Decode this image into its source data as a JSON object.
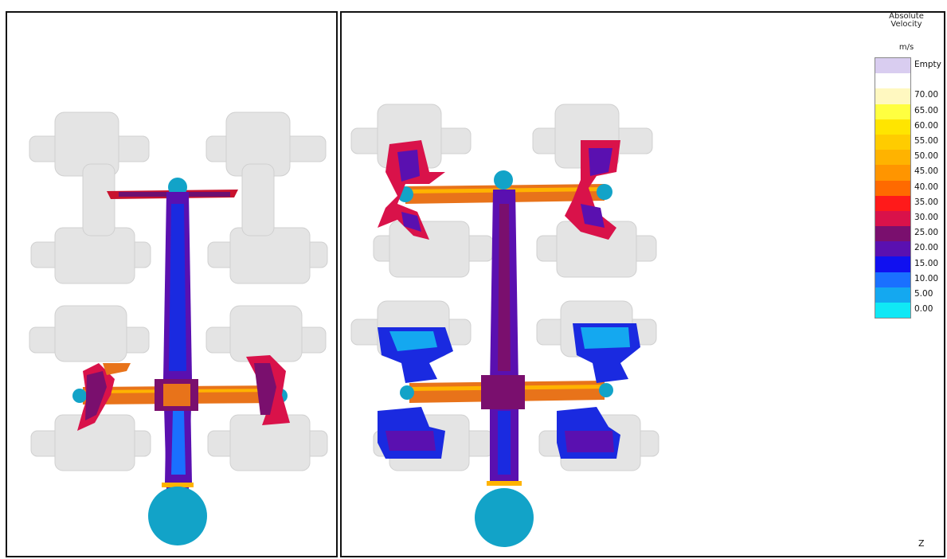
{
  "legend": {
    "title_line1": "Absolute",
    "title_line2": "Velocity",
    "unit": "m/s",
    "entries": [
      {
        "label": "Empty",
        "color": "#d9cdf0"
      },
      {
        "label": "",
        "color": "#ffffff"
      },
      {
        "label": "70.00",
        "color": "#fff8c0"
      },
      {
        "label": "65.00",
        "color": "#ffff40"
      },
      {
        "label": "60.00",
        "color": "#ffe500"
      },
      {
        "label": "55.00",
        "color": "#ffcc00"
      },
      {
        "label": "50.00",
        "color": "#ffb300"
      },
      {
        "label": "45.00",
        "color": "#ff9500"
      },
      {
        "label": "40.00",
        "color": "#ff6a00"
      },
      {
        "label": "35.00",
        "color": "#ff1a1a"
      },
      {
        "label": "30.00",
        "color": "#d9124a"
      },
      {
        "label": "25.00",
        "color": "#7a0f6e"
      },
      {
        "label": "20.00",
        "color": "#5a10b0"
      },
      {
        "label": "15.00",
        "color": "#1010f0"
      },
      {
        "label": "10.00",
        "color": "#1a70ff"
      },
      {
        "label": "5.00",
        "color": "#14a8f0"
      },
      {
        "label": "0.00",
        "color": "#10e8f5"
      }
    ]
  },
  "axis_label": "Z",
  "colors": {
    "part": "#e6e6e6",
    "partEdge": "#cfcfcf",
    "blueMetal": "#12a3c8",
    "runner": "#e8731a",
    "sprue": "#2a36d8"
  }
}
